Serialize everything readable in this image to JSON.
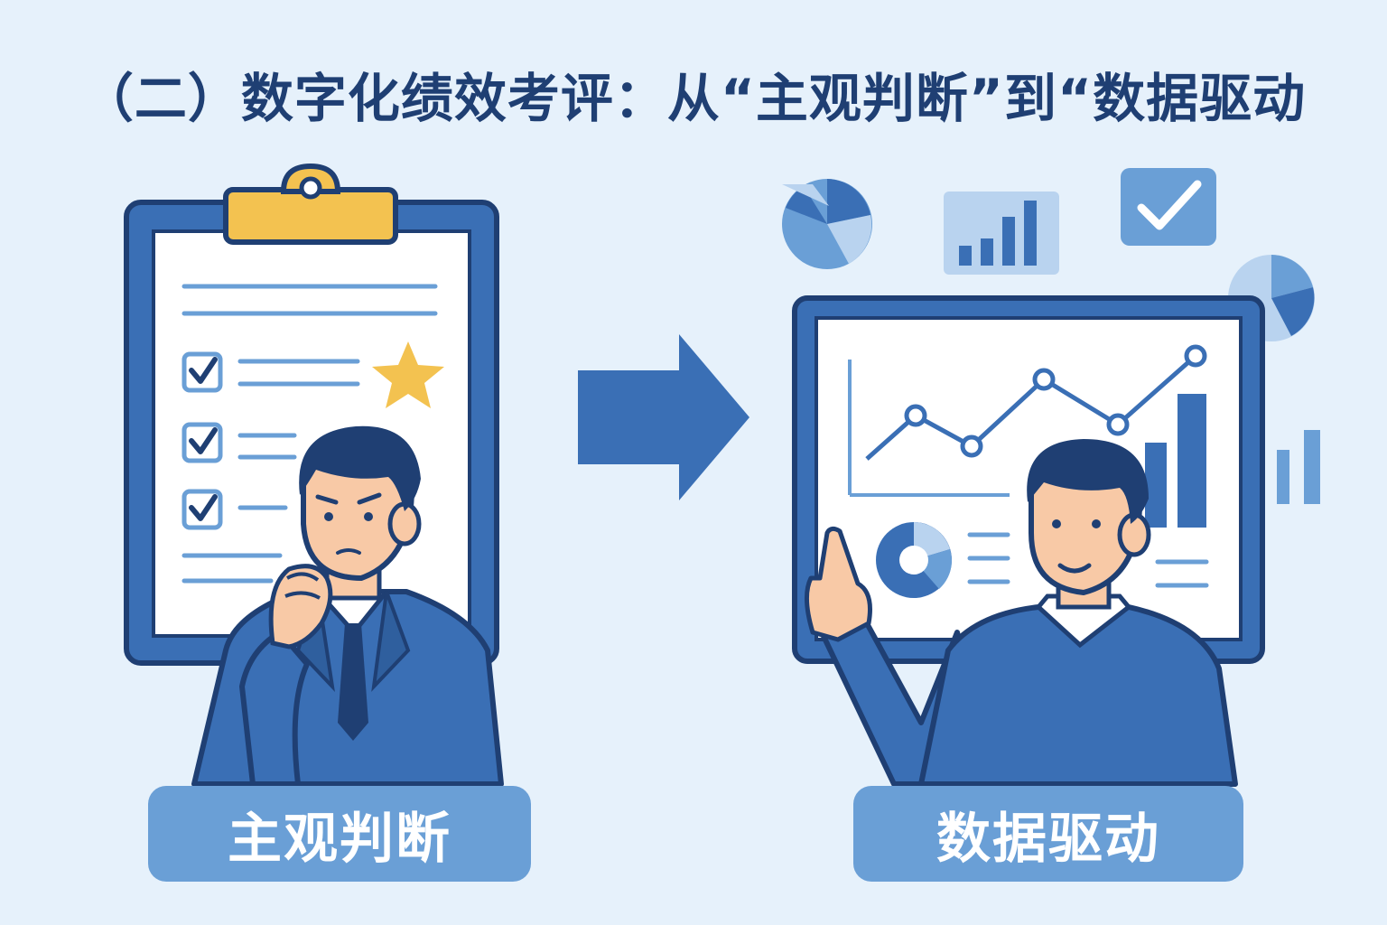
{
  "title": "（二）数字化绩效考评：从“主观判断”到“数据驱动",
  "left_panel": {
    "label": "主观判断"
  },
  "right_panel": {
    "label": "数据驱动"
  },
  "colors": {
    "background": "#e6f1fb",
    "primary": "#3a6fb5",
    "dark": "#1f3f73",
    "light": "#6a9fd6",
    "pale": "#b9d3ef",
    "accent_yellow": "#f3c250",
    "skin": "#f8c9a6"
  },
  "icons": [
    "clipboard-icon",
    "star-icon",
    "checkbox-icon",
    "arrow-right-icon",
    "pie-chart-icon",
    "bar-chart-icon",
    "checkmark-icon",
    "line-chart-icon"
  ]
}
